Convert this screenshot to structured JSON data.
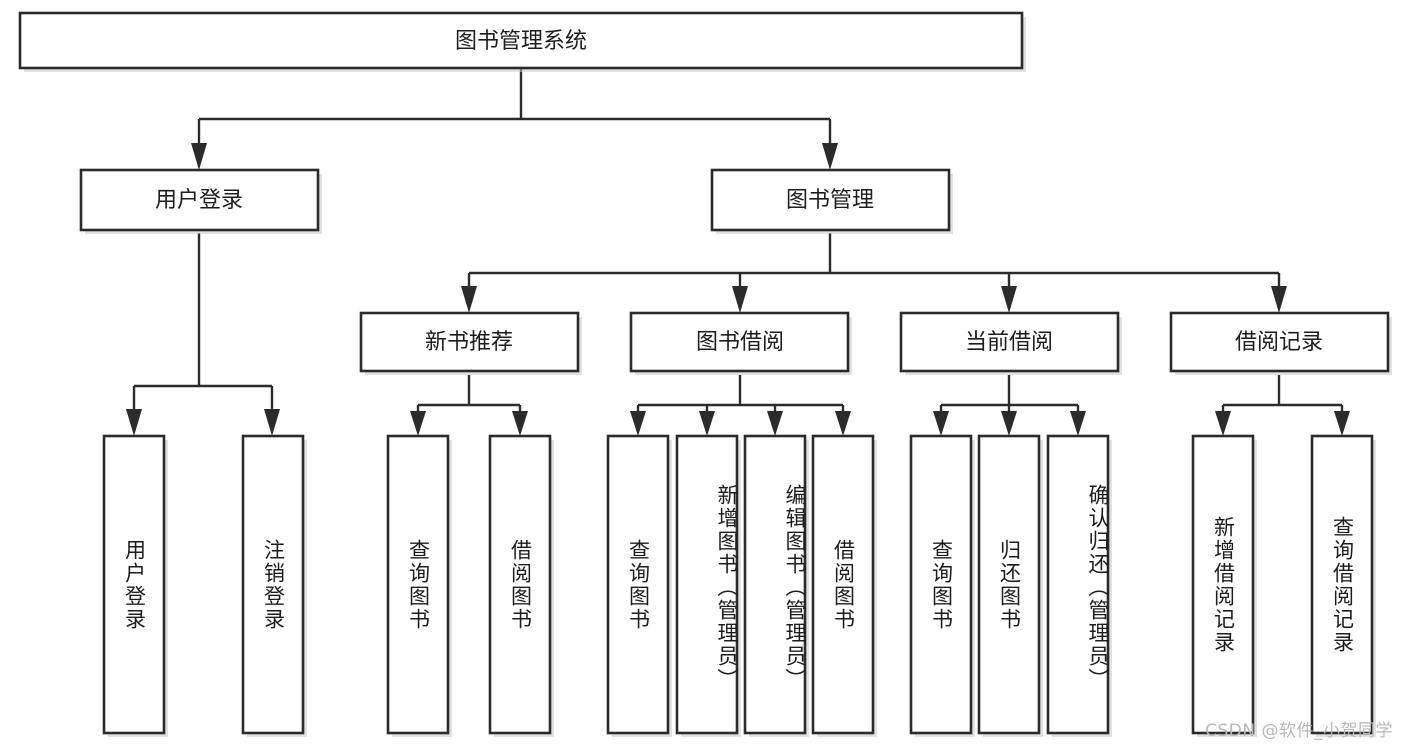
{
  "diagram": {
    "title": "图书管理系统",
    "type": "tree",
    "root": {
      "id": "root",
      "label": "图书管理系统"
    },
    "level2": [
      {
        "id": "user-login",
        "label": "用户登录"
      },
      {
        "id": "book-manage",
        "label": "图书管理"
      }
    ],
    "level3": [
      {
        "id": "new-book-recommend",
        "label": "新书推荐",
        "parent": "book-manage"
      },
      {
        "id": "book-borrow",
        "label": "图书借阅",
        "parent": "book-manage"
      },
      {
        "id": "current-borrow",
        "label": "当前借阅",
        "parent": "book-manage"
      },
      {
        "id": "borrow-record",
        "label": "借阅记录",
        "parent": "book-manage"
      }
    ],
    "leaves": [
      {
        "id": "leaf-user-login",
        "label": "用户登录",
        "parent": "user-login"
      },
      {
        "id": "leaf-logout-login",
        "label": "注销登录",
        "parent": "user-login"
      },
      {
        "id": "leaf-query-book-1",
        "label": "查询图书",
        "parent": "new-book-recommend"
      },
      {
        "id": "leaf-borrow-book-1",
        "label": "借阅图书",
        "parent": "new-book-recommend"
      },
      {
        "id": "leaf-query-book-2",
        "label": "查询图书",
        "parent": "book-borrow"
      },
      {
        "id": "leaf-add-book",
        "label": "新增图书（管理员）",
        "parent": "book-borrow"
      },
      {
        "id": "leaf-edit-book",
        "label": "编辑图书（管理员）",
        "parent": "book-borrow"
      },
      {
        "id": "leaf-borrow-book-2",
        "label": "借阅图书",
        "parent": "book-borrow"
      },
      {
        "id": "leaf-query-book-3",
        "label": "查询图书",
        "parent": "current-borrow"
      },
      {
        "id": "leaf-return-book",
        "label": "归还图书",
        "parent": "current-borrow"
      },
      {
        "id": "leaf-confirm-return",
        "label": "确认归还（管理员）",
        "parent": "current-borrow"
      },
      {
        "id": "leaf-add-record",
        "label": "新增借阅记录",
        "parent": "borrow-record"
      },
      {
        "id": "leaf-query-record",
        "label": "查询借阅记录",
        "parent": "borrow-record"
      }
    ]
  },
  "watermark": {
    "text": "CSDN @软件_小贺同学"
  },
  "colors": {
    "background": "#ffffff",
    "box_fill": "#ffffff",
    "box_stroke": "#2b2b2b",
    "text": "#1d1d1d",
    "watermark": "#b8b8b8"
  }
}
